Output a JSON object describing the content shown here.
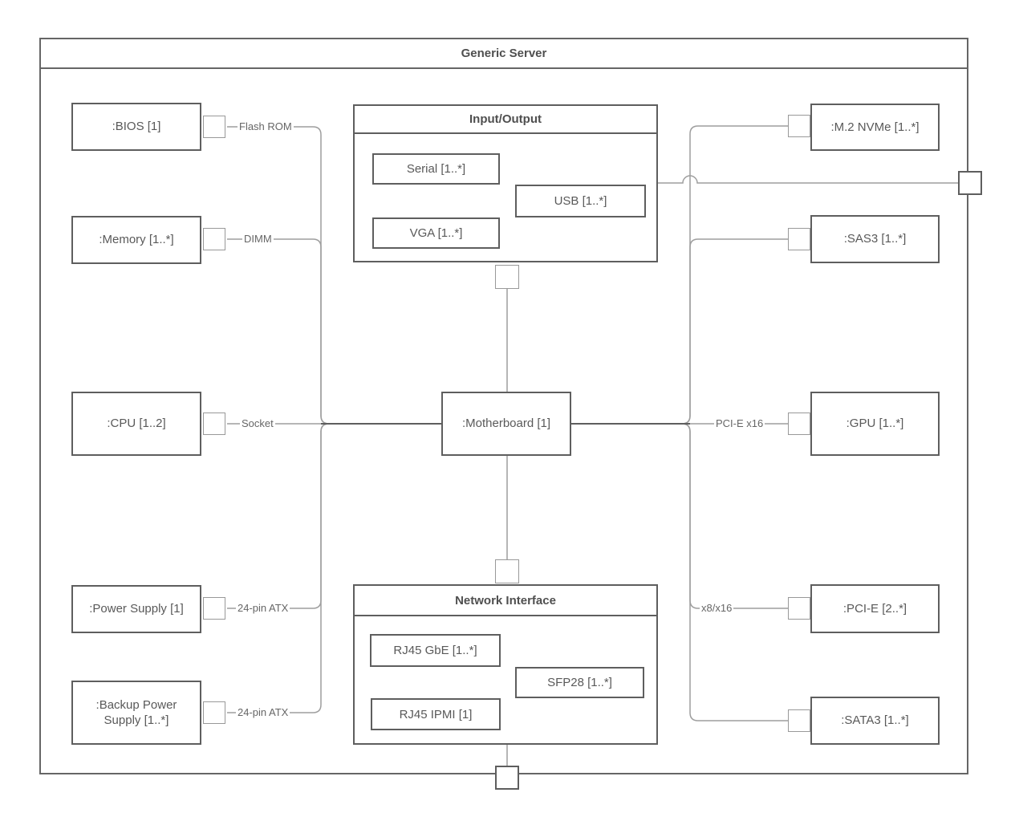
{
  "frame": {
    "title": "Generic Server"
  },
  "components": {
    "bios": ":BIOS [1]",
    "memory": ":Memory [1..*]",
    "cpu": ":CPU [1..2]",
    "power_supply": ":Power Supply [1]",
    "backup_power_supply": ":Backup Power Supply [1..*]",
    "motherboard": ":Motherboard [1]",
    "m2_nvme": ":M.2 NVMe [1..*]",
    "sas3": ":SAS3 [1..*]",
    "gpu": ":GPU [1..*]",
    "pcie": ":PCI-E [2..*]",
    "sata3": ":SATA3 [1..*]"
  },
  "io_compartment": {
    "title": "Input/Output",
    "serial": "Serial [1..*]",
    "usb": "USB [1..*]",
    "vga": "VGA [1..*]"
  },
  "network_compartment": {
    "title": "Network Interface",
    "rj45_gbe": "RJ45 GbE [1..*]",
    "sfp28": "SFP28 [1..*]",
    "rj45_ipmi": "RJ45 IPMI [1]"
  },
  "connector_labels": {
    "bios": "Flash ROM",
    "memory": "DIMM",
    "cpu": "Socket",
    "power_supply": "24-pin ATX",
    "backup_power_supply": "24-pin ATX",
    "gpu": "PCI-E x16",
    "pcie": "x8/x16"
  },
  "colors": {
    "box_border": "#5e5e5e",
    "frame_border": "#666666",
    "connector_line": "#9e9e9e",
    "text": "#595959"
  }
}
